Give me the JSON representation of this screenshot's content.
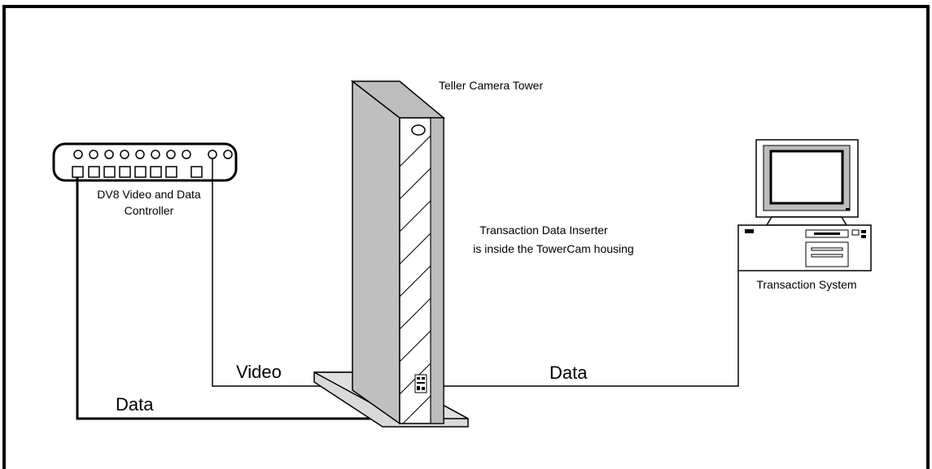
{
  "labels": {
    "tower": "Teller Camera Tower",
    "controller_line1": "DV8 Video and Data",
    "controller_line2": "Controller",
    "inserter_line1": "Transaction Data Inserter",
    "inserter_line2": "is inside the TowerCam housing",
    "transaction_system": "Transaction System",
    "video_link": "Video",
    "data_link_left": "Data",
    "data_link_right": "Data"
  }
}
